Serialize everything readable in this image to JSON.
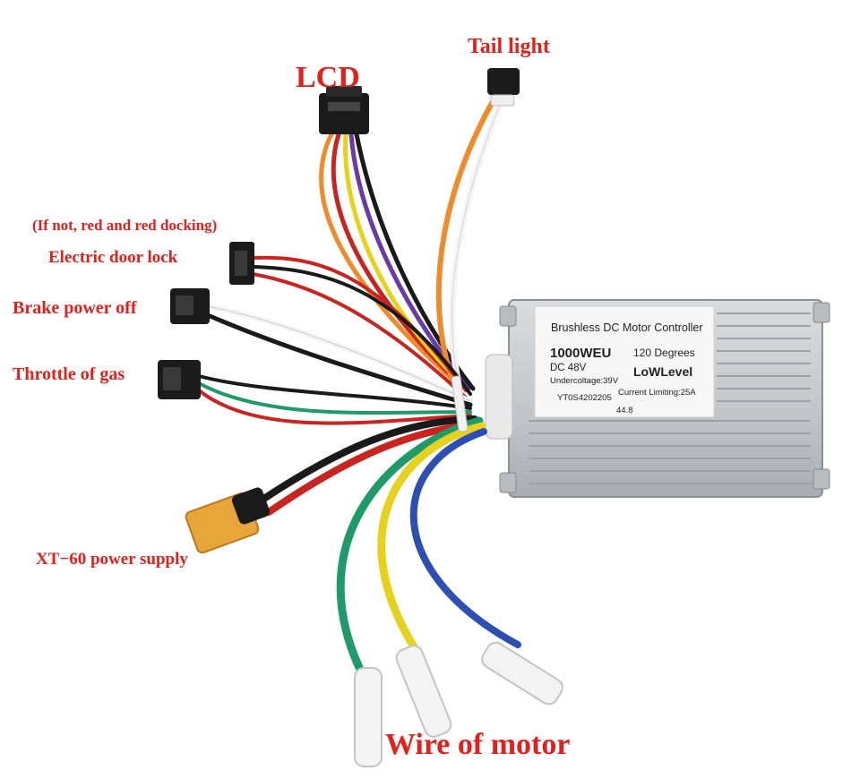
{
  "labels": {
    "lcd": "LCD",
    "tail_light": "Tail light",
    "if_not": "(If not, red and red docking)",
    "door_lock": "Electric door lock",
    "brake": "Brake power off",
    "throttle": "Throttle of gas",
    "xt60": "XT−60 power supply",
    "motor": "Wire of motor"
  },
  "plate": {
    "title": "Brushless DC Motor Controller",
    "model": "1000WEU",
    "degrees": "120 Degrees",
    "voltage": "DC 48V",
    "level": "LoWLevel",
    "undervoltage": "Undercoltage:39V",
    "current": "Current Limiting:25A",
    "serial": "YT0S4202205",
    "number": "44.8"
  },
  "colors": {
    "label": "#e3201b",
    "wire_red": "#c9241f",
    "wire_black": "#1a1a1a",
    "wire_orange": "#f08a2a",
    "wire_yellow": "#e6d21c",
    "wire_purple": "#6a3aa8",
    "wire_white": "#f4f4f4",
    "wire_green": "#1f9a6a",
    "wire_blue": "#2d4fb4",
    "xt60_yellow": "#e8a63a"
  }
}
